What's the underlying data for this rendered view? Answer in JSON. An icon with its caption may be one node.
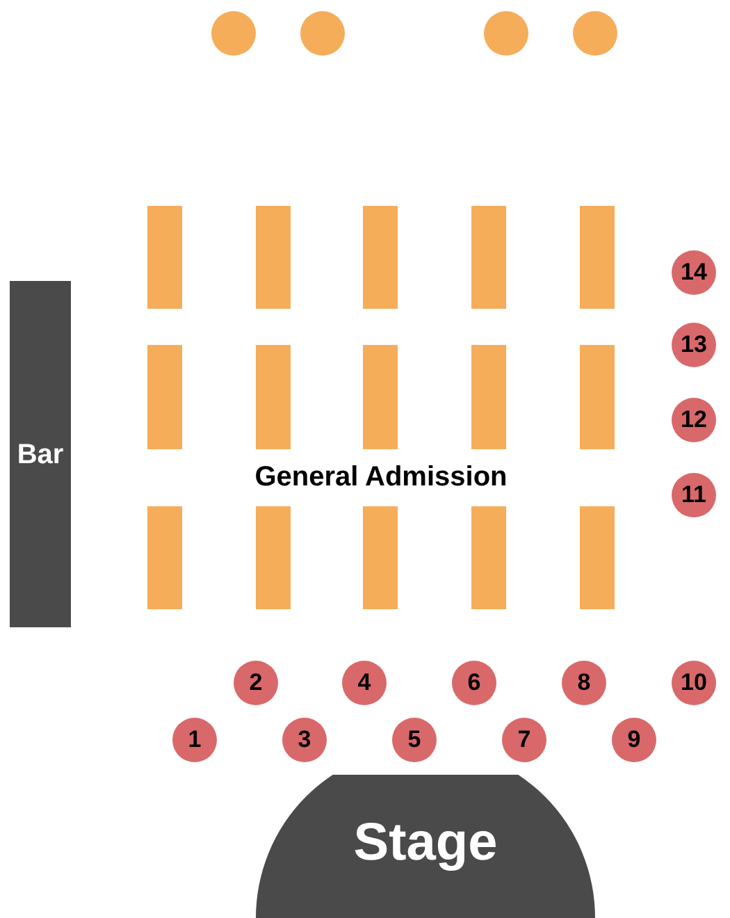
{
  "diagram": {
    "nodes": [
      {
        "text": [],
        "shape": "circle"
      },
      {
        "text": [],
        "shape": "circle"
      },
      {
        "text": [],
        "shape": "circle"
      },
      {
        "text": [],
        "shape": "circle"
      },
      {
        "text": [],
        "shape": "bar"
      },
      {
        "text": [],
        "shape": "bar"
      },
      {
        "text": [],
        "shape": "bar"
      },
      {
        "text": [],
        "shape": "bar"
      },
      {
        "text": [],
        "shape": "bar"
      },
      {
        "text": [
          "14"
        ]
      },
      {
        "text": [],
        "shape": "bar"
      },
      {
        "text": [],
        "shape": "bar"
      },
      {
        "text": [],
        "shape": "bar"
      },
      {
        "text": [],
        "shape": "bar"
      },
      {
        "text": [],
        "shape": "bar"
      },
      {
        "text": [
          "13"
        ]
      },
      {
        "text": [
          "Bar"
        ]
      },
      {
        "text": [
          "12"
        ]
      },
      {
        "text": [
          "11"
        ]
      },
      {
        "text": [],
        "shape": "bar"
      },
      {
        "text": [],
        "shape": "bar"
      },
      {
        "text": [],
        "shape": "bar"
      },
      {
        "text": [],
        "shape": "bar"
      },
      {
        "text": [],
        "shape": "bar"
      },
      {
        "text": [
          "2"
        ]
      },
      {
        "text": [
          "4"
        ]
      },
      {
        "text": [
          "6"
        ]
      },
      {
        "text": [
          "8"
        ]
      },
      {
        "text": [
          "10"
        ]
      },
      {
        "text": [
          "1"
        ]
      },
      {
        "text": [
          "3"
        ]
      },
      {
        "text": [
          "5"
        ]
      },
      {
        "text": [
          "7"
        ]
      },
      {
        "text": [
          "9"
        ]
      },
      {
        "text": [
          "Stage"
        ]
      }
    ],
    "labels": [
      "General Admission"
    ]
  }
}
